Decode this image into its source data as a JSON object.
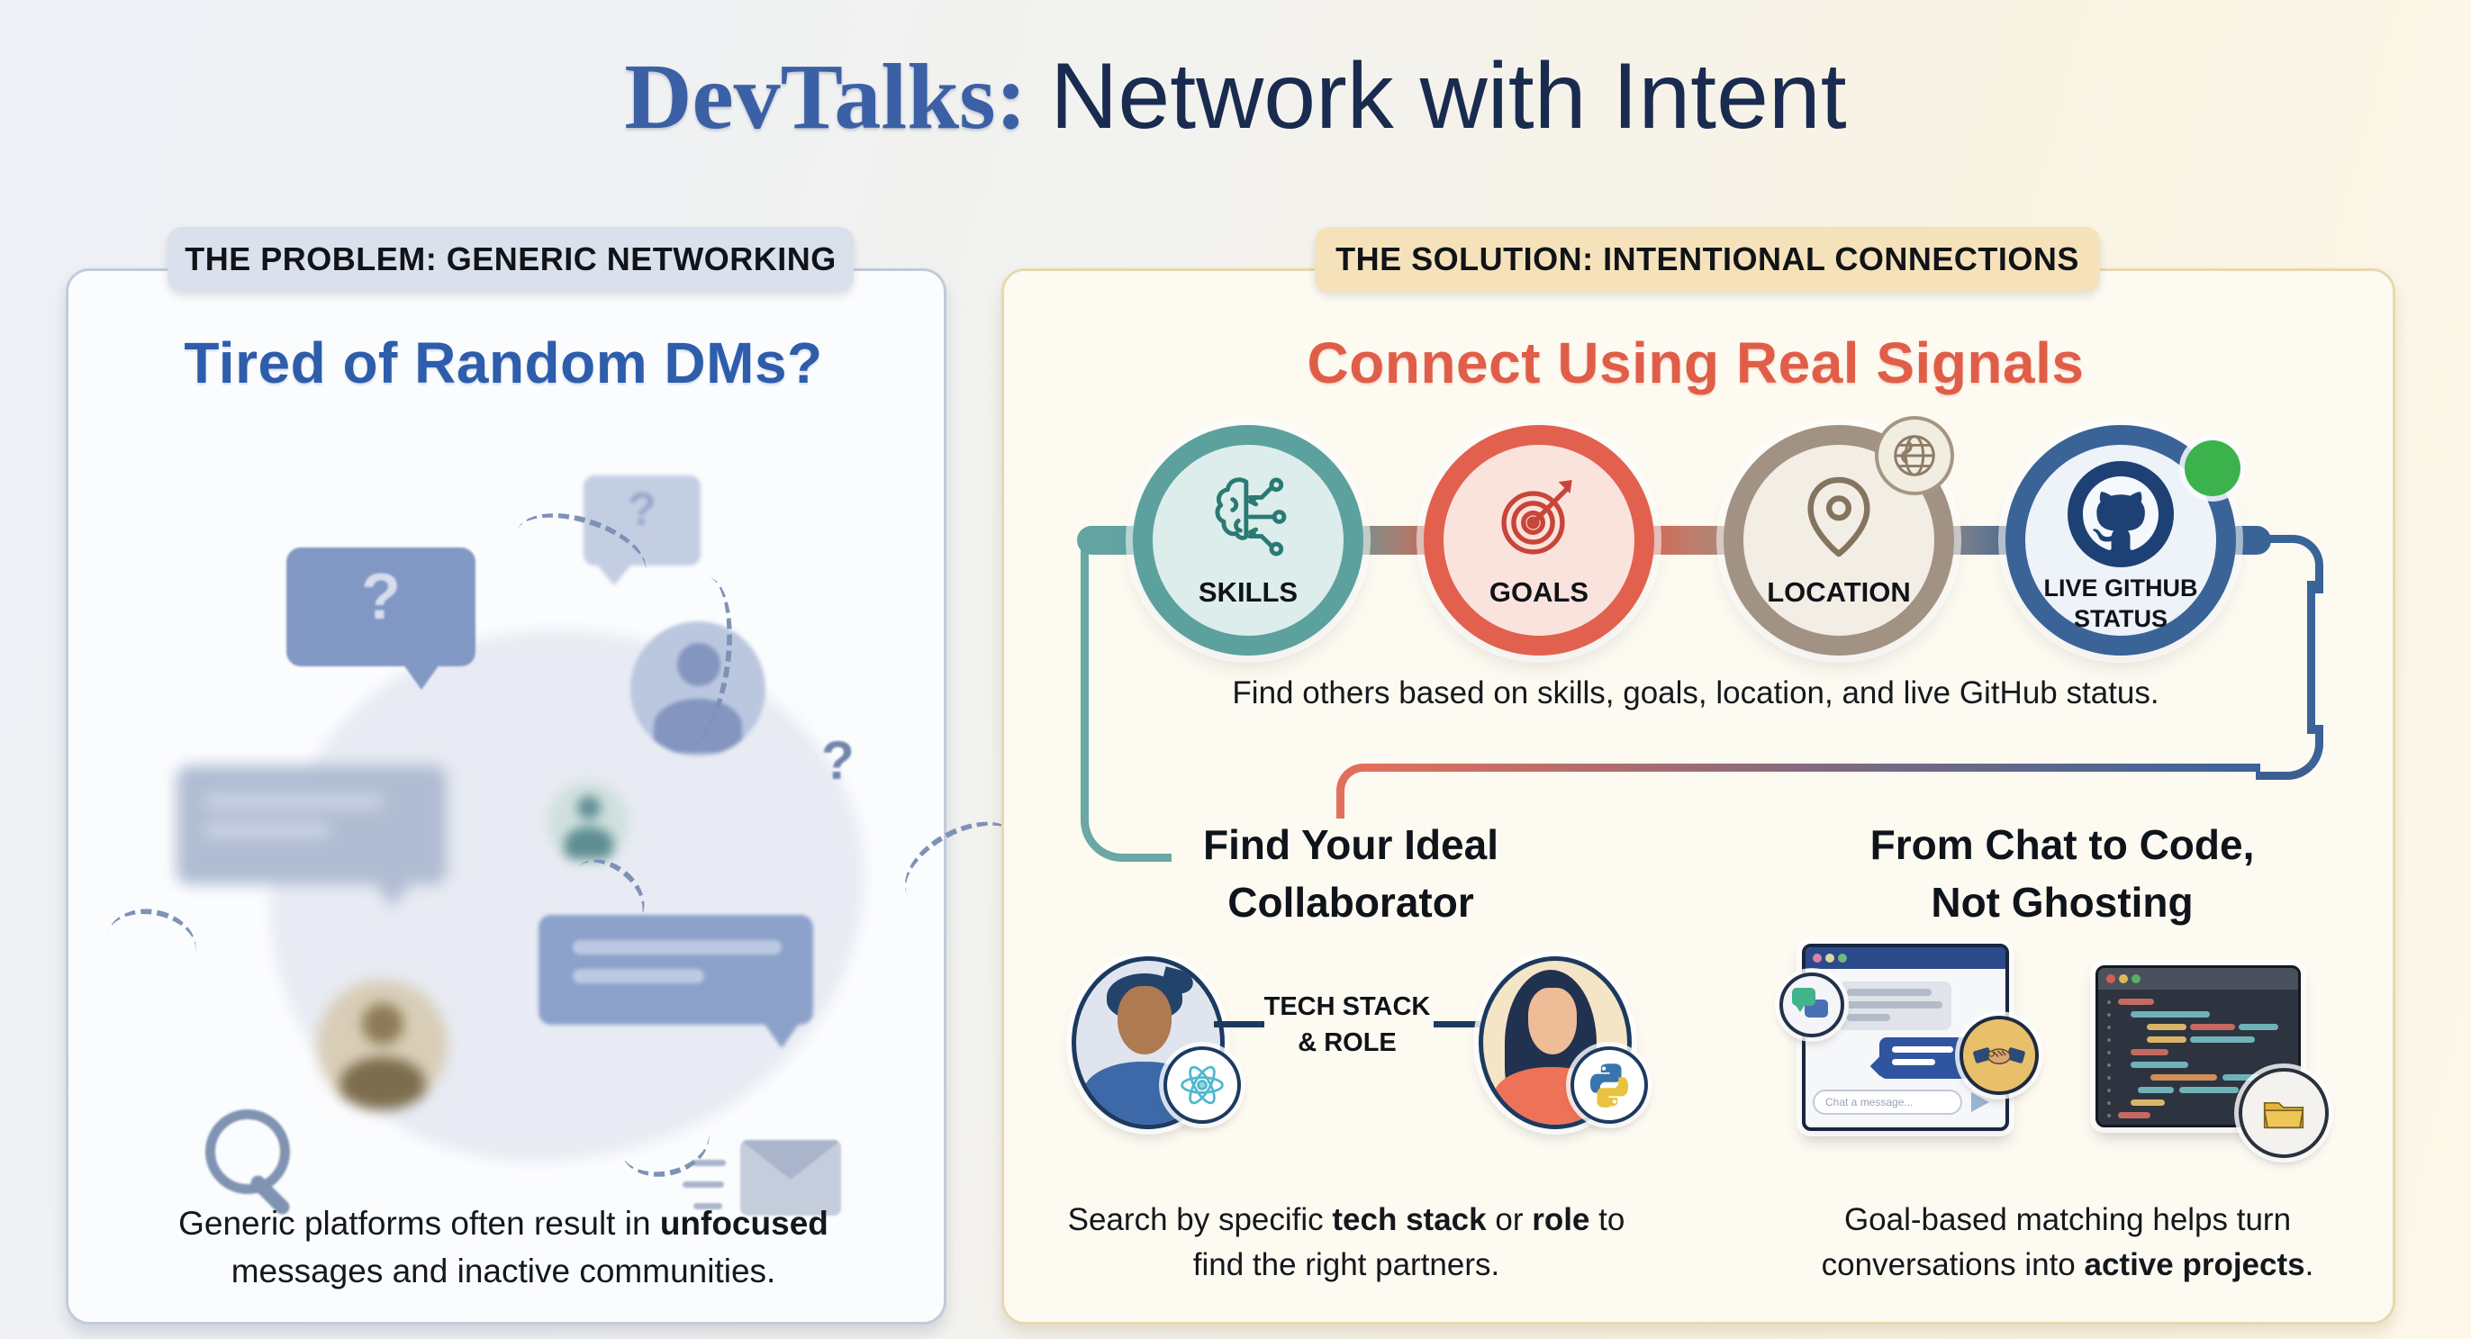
{
  "title": {
    "brand": "DevTalks:",
    "tagline": "Network with Intent"
  },
  "problem": {
    "badge": "THE PROBLEM: GENERIC NETWORKING",
    "heading": "Tired of Random DMs?",
    "illustration": {
      "q1": "?",
      "q2": "?",
      "q3": "?"
    },
    "caption": {
      "pre": "Generic platforms often result in ",
      "bold": "unfocused",
      "post": " messages and inactive communities."
    }
  },
  "solution": {
    "badge": "THE SOLUTION: INTENTIONAL CONNECTIONS",
    "heading": "Connect Using Real Signals",
    "signals": {
      "skills": {
        "label": "SKILLS"
      },
      "goals": {
        "label": "GOALS"
      },
      "location": {
        "label": "LOCATION"
      },
      "github": {
        "label_line1": "LIVE GITHUB",
        "label_line2": "STATUS"
      }
    },
    "signals_caption": "Find others based on skills, goals, location, and live GitHub status.",
    "collaborator": {
      "heading_line1": "Find Your Ideal",
      "heading_line2": "Collaborator",
      "link_label_line1": "TECH STACK",
      "link_label_line2": "& ROLE",
      "caption": {
        "pre": "Search by specific ",
        "bold1": "tech stack",
        "mid": " or ",
        "bold2": "role",
        "post": " to find the right partners."
      }
    },
    "chat_to_code": {
      "heading_line1": "From Chat to Code,",
      "heading_line2": "Not Ghosting",
      "chat_input_placeholder": "Chat a message...",
      "caption": {
        "pre": "Goal-based matching helps turn conversations into ",
        "bold": "active projects",
        "post": "."
      }
    }
  },
  "colors": {
    "accent_teal": "#5da19e",
    "accent_coral": "#e2614e",
    "accent_taupe": "#a29283",
    "accent_blue": "#3a6398",
    "status_green": "#3bb24c"
  }
}
